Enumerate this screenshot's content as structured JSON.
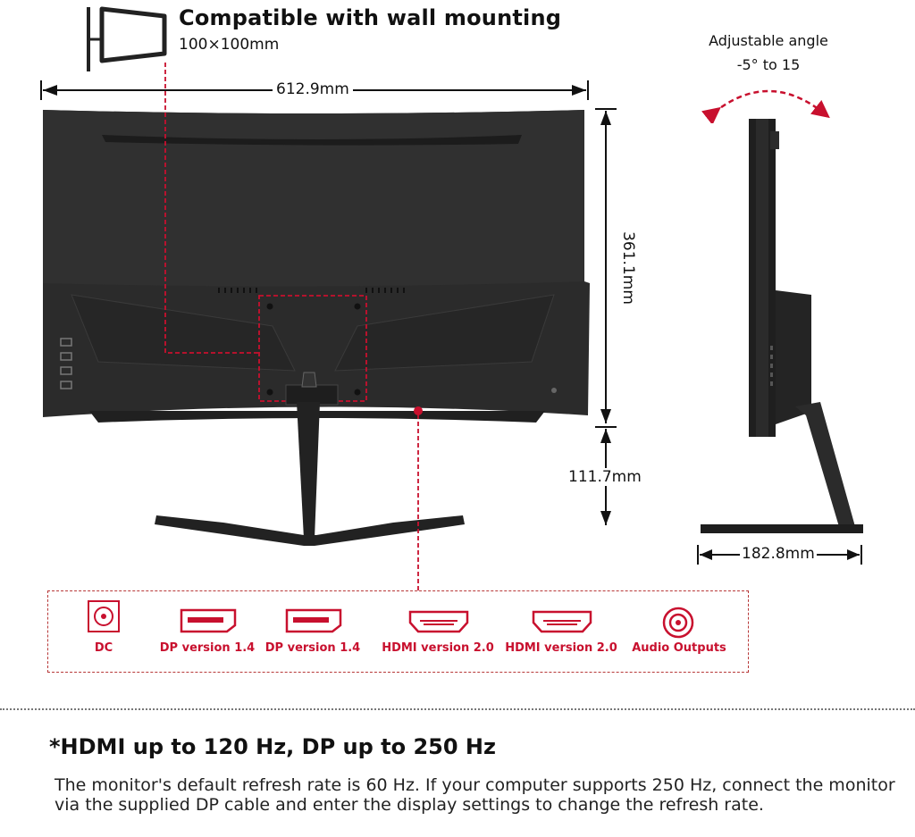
{
  "wall_mount": {
    "title": "Compatible with wall mounting",
    "vesa": "100×100mm"
  },
  "angle": {
    "line1": "Adjustable angle",
    "line2": "-5° to 15"
  },
  "dimensions": {
    "width": "612.9mm",
    "height": "361.1mm",
    "stand_height": "111.7mm",
    "depth": "182.8mm"
  },
  "ports": [
    {
      "label": "DC",
      "icon": "dc-power-icon"
    },
    {
      "label": "DP version 1.4",
      "icon": "displayport-icon"
    },
    {
      "label": "DP version 1.4",
      "icon": "displayport-icon"
    },
    {
      "label": "HDMI version 2.0",
      "icon": "hdmi-icon"
    },
    {
      "label": "HDMI version 2.0",
      "icon": "hdmi-icon"
    },
    {
      "label": "Audio Outputs",
      "icon": "audio-jack-icon"
    }
  ],
  "note": {
    "title": "*HDMI up to 120 Hz, DP up to 250 Hz",
    "body": "The monitor's default refresh rate is 60 Hz. If your computer supports 250 Hz, connect the monitor via the supplied DP cable and enter the display settings to change the refresh rate."
  },
  "colors": {
    "accent": "#c8102e",
    "monitor": "#2a2a2a",
    "monitor_dark": "#1a1a1a"
  }
}
